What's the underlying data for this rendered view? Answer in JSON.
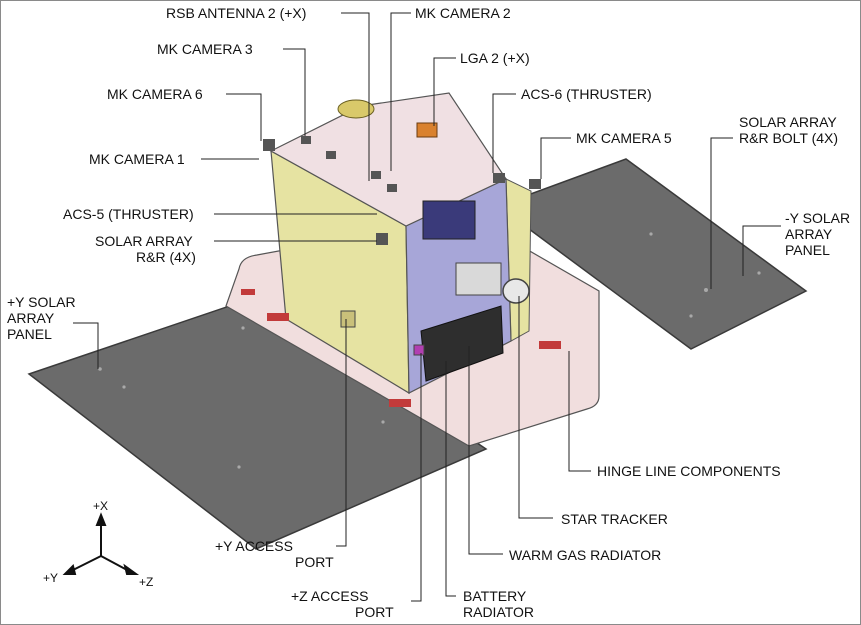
{
  "labels": {
    "rsb_antenna_2": "RSB ANTENNA 2 (+X)",
    "mk_camera_2": "MK CAMERA 2",
    "mk_camera_3": "MK CAMERA 3",
    "lga_2": "LGA 2 (+X)",
    "mk_camera_6": "MK CAMERA 6",
    "acs_6": "ACS-6 (THRUSTER)",
    "solar_array_bolt_1": "SOLAR ARRAY",
    "solar_array_bolt_2": "R&R BOLT (4X)",
    "mk_camera_5": "MK CAMERA 5",
    "mk_camera_1": "MK CAMERA 1",
    "acs_5": "ACS-5 (THRUSTER)",
    "solar_array_rr_1": "SOLAR ARRAY",
    "solar_array_rr_2": "R&R (4X)",
    "neg_y_panel_1": "-Y SOLAR",
    "neg_y_panel_2": "ARRAY",
    "neg_y_panel_3": "PANEL",
    "pos_y_panel_1": "+Y SOLAR",
    "pos_y_panel_2": "ARRAY",
    "pos_y_panel_3": "PANEL",
    "hinge_line": "HINGE LINE COMPONENTS",
    "star_tracker": "STAR TRACKER",
    "pos_y_access_1": "+Y ACCESS",
    "pos_y_access_2": "PORT",
    "warm_gas": "WARM GAS RADIATOR",
    "pos_z_access_1": "+Z ACCESS",
    "pos_z_access_2": "PORT",
    "battery_1": "BATTERY",
    "battery_2": "RADIATOR"
  },
  "axes": {
    "x": "+X",
    "y": "+Y",
    "z": "+Z"
  },
  "colors": {
    "solar_panel": "#6b6b6b",
    "solar_panel_edge": "#3a3a3a",
    "base_plate": "#f1dede",
    "top_deck": "#f0e0e3",
    "side_yellow": "#e6e3a2",
    "side_blue": "#a7a6d8",
    "radiator": "#2e2e2e",
    "leader": "#222222"
  }
}
